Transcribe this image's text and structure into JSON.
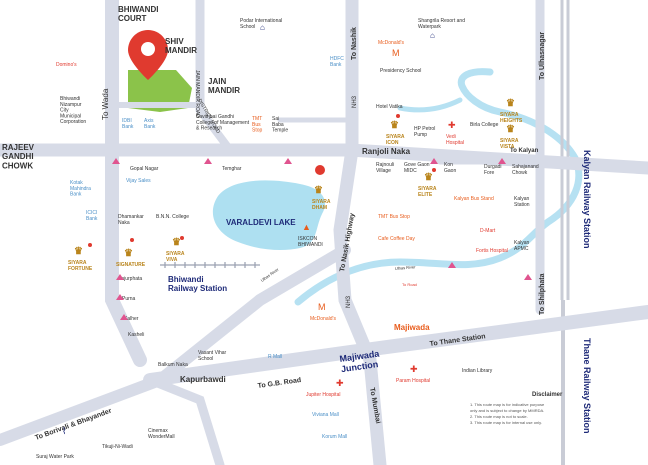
{
  "colors": {
    "road": "#d7dbe7",
    "road_edge": "#c2c7d6",
    "water": "#aee0f1",
    "water_deep": "#8fd2ea",
    "green": "#8bc34a",
    "pin": "#e03a2f",
    "poi_pink": "#e0548f",
    "poi_orange": "#e85c1c",
    "poi_blue": "#4a8fc7",
    "poi_gold": "#b9841b",
    "navy": "#1e2a78",
    "text": "#333333"
  },
  "roads": {
    "bhiwandi_court": "BHIWANDI\nCOURT",
    "shiv_mandir": "SHIV\nMANDIR",
    "jain_mandir": "JAIN\nMANDIR",
    "jain_mandir_road": "JAIN MANDIR ROAD",
    "district_road": "DISTRICT ROAD",
    "to_wada": "To Wada",
    "to_nashik": "To Nashik",
    "to_ulhasnagar": "To Ulhasnagar",
    "to_kalyan": "To Kalyan",
    "to_shilphata": "To Shilphata",
    "to_nasik_highway": "To Nasik Highway",
    "nh3_top": "NH3",
    "nh3_mid": "NH3",
    "ranjoli_naka": "Ranjoli Naka",
    "rajeev_gandhi_chowk": "RAJEEV\nGANDHI\nCHOWK",
    "to_thane_station": "To Thane Station",
    "to_gb_road": "To G.B. Road",
    "to_borivali": "To Borivali & Bhayander",
    "to_mumbai": "To Mumbai",
    "majiwada_junction": "Majiwada\nJunction",
    "kapurbawdi": "Kapurbawdi",
    "ulhas_river_left": "Ulhas River",
    "ulhas_river_right": "Ulhas River",
    "to_road": "To Road"
  },
  "rail": {
    "kalyan_station": "Kalyan Railway Station",
    "thane_station": "Thane Railway Station",
    "bhiwandi_station": "Bhiwandi\nRailway Station"
  },
  "lake": {
    "name": "VARALDEVI LAKE"
  },
  "projects": [
    {
      "name": "SIYARA\nHEIGHTS"
    },
    {
      "name": "SIYARA\nVISTA"
    },
    {
      "name": "SIYARA\nICON"
    },
    {
      "name": "SIYARA\nELITE"
    },
    {
      "name": "SIYARA\nDHAM"
    },
    {
      "name": "SIYARA\nVIVA"
    },
    {
      "name": "SIYARA\nFORTUNE"
    },
    {
      "name": "SIGNATURE"
    }
  ],
  "places": [
    {
      "label": "Podar International\nSchool"
    },
    {
      "label": "Shangrila Resort and\nWaterpark"
    },
    {
      "label": "McDonald's"
    },
    {
      "label": "Presidency School"
    },
    {
      "label": "HDFC\nBank"
    },
    {
      "label": "Domino's"
    },
    {
      "label": "Bhiwandi\nNizampur\nCity\nMunicipal\nCorporation"
    },
    {
      "label": "IDBI\nBank"
    },
    {
      "label": "Axis\nBank"
    },
    {
      "label": "TMT\nBus\nStop"
    },
    {
      "label": "Sai\nBaba\nTemple"
    },
    {
      "label": "Savitribai Gandhi\nCollege of Management\n& Research"
    },
    {
      "label": "Hotel Vatika"
    },
    {
      "label": "HP Petrol\nPump"
    },
    {
      "label": "Vedi\nHospital"
    },
    {
      "label": "Birla College"
    },
    {
      "label": "Gopal Nagar"
    },
    {
      "label": "Temghar"
    },
    {
      "label": "Rajnouli\nVillage"
    },
    {
      "label": "Gove Gaon\nMIDC"
    },
    {
      "label": "Kon\nGaon"
    },
    {
      "label": "Durgadi\nFore"
    },
    {
      "label": "Sahajanand\nChowk"
    },
    {
      "label": "Vijay Sales"
    },
    {
      "label": "Kotak\nMahindra\nBank"
    },
    {
      "label": "ICICI\nBank"
    },
    {
      "label": "Dhamankar\nNaka"
    },
    {
      "label": "B.N.N. College"
    },
    {
      "label": "ISKCON\nBHIWANDI"
    },
    {
      "label": "Kalyan Bus Stand"
    },
    {
      "label": "Kalyan\nStation"
    },
    {
      "label": "TMT Bus Stop"
    },
    {
      "label": "Cafe Coffee Day"
    },
    {
      "label": "D-Mart"
    },
    {
      "label": "Kalyan\nAPMC"
    },
    {
      "label": "Fortis Hospital"
    },
    {
      "label": "Anjurphata"
    },
    {
      "label": "Purna"
    },
    {
      "label": "Kalher"
    },
    {
      "label": "Kasheli"
    },
    {
      "label": "McDonald's"
    },
    {
      "label": "Majiwada"
    },
    {
      "label": "Vasant Vihar\nSchool"
    },
    {
      "label": "R Mall"
    },
    {
      "label": "Balkum Naka"
    },
    {
      "label": "Indian Library"
    },
    {
      "label": "Jupiter Hospital"
    },
    {
      "label": "Param Hospital"
    },
    {
      "label": "Viviana Mall"
    },
    {
      "label": "Korum Mall"
    },
    {
      "label": "Cinemax\nWonderMall"
    },
    {
      "label": "Tikuji-Ni-Wadi"
    },
    {
      "label": "Suraj Water Park"
    }
  ],
  "disclaimer": {
    "title": "Disclaimer",
    "lines": [
      "1. This route map is for indicative purpose",
      "only and is subject to change by MMRDA.",
      "2. This route map is not to scale.",
      "3. This route map is for internal use only."
    ]
  }
}
